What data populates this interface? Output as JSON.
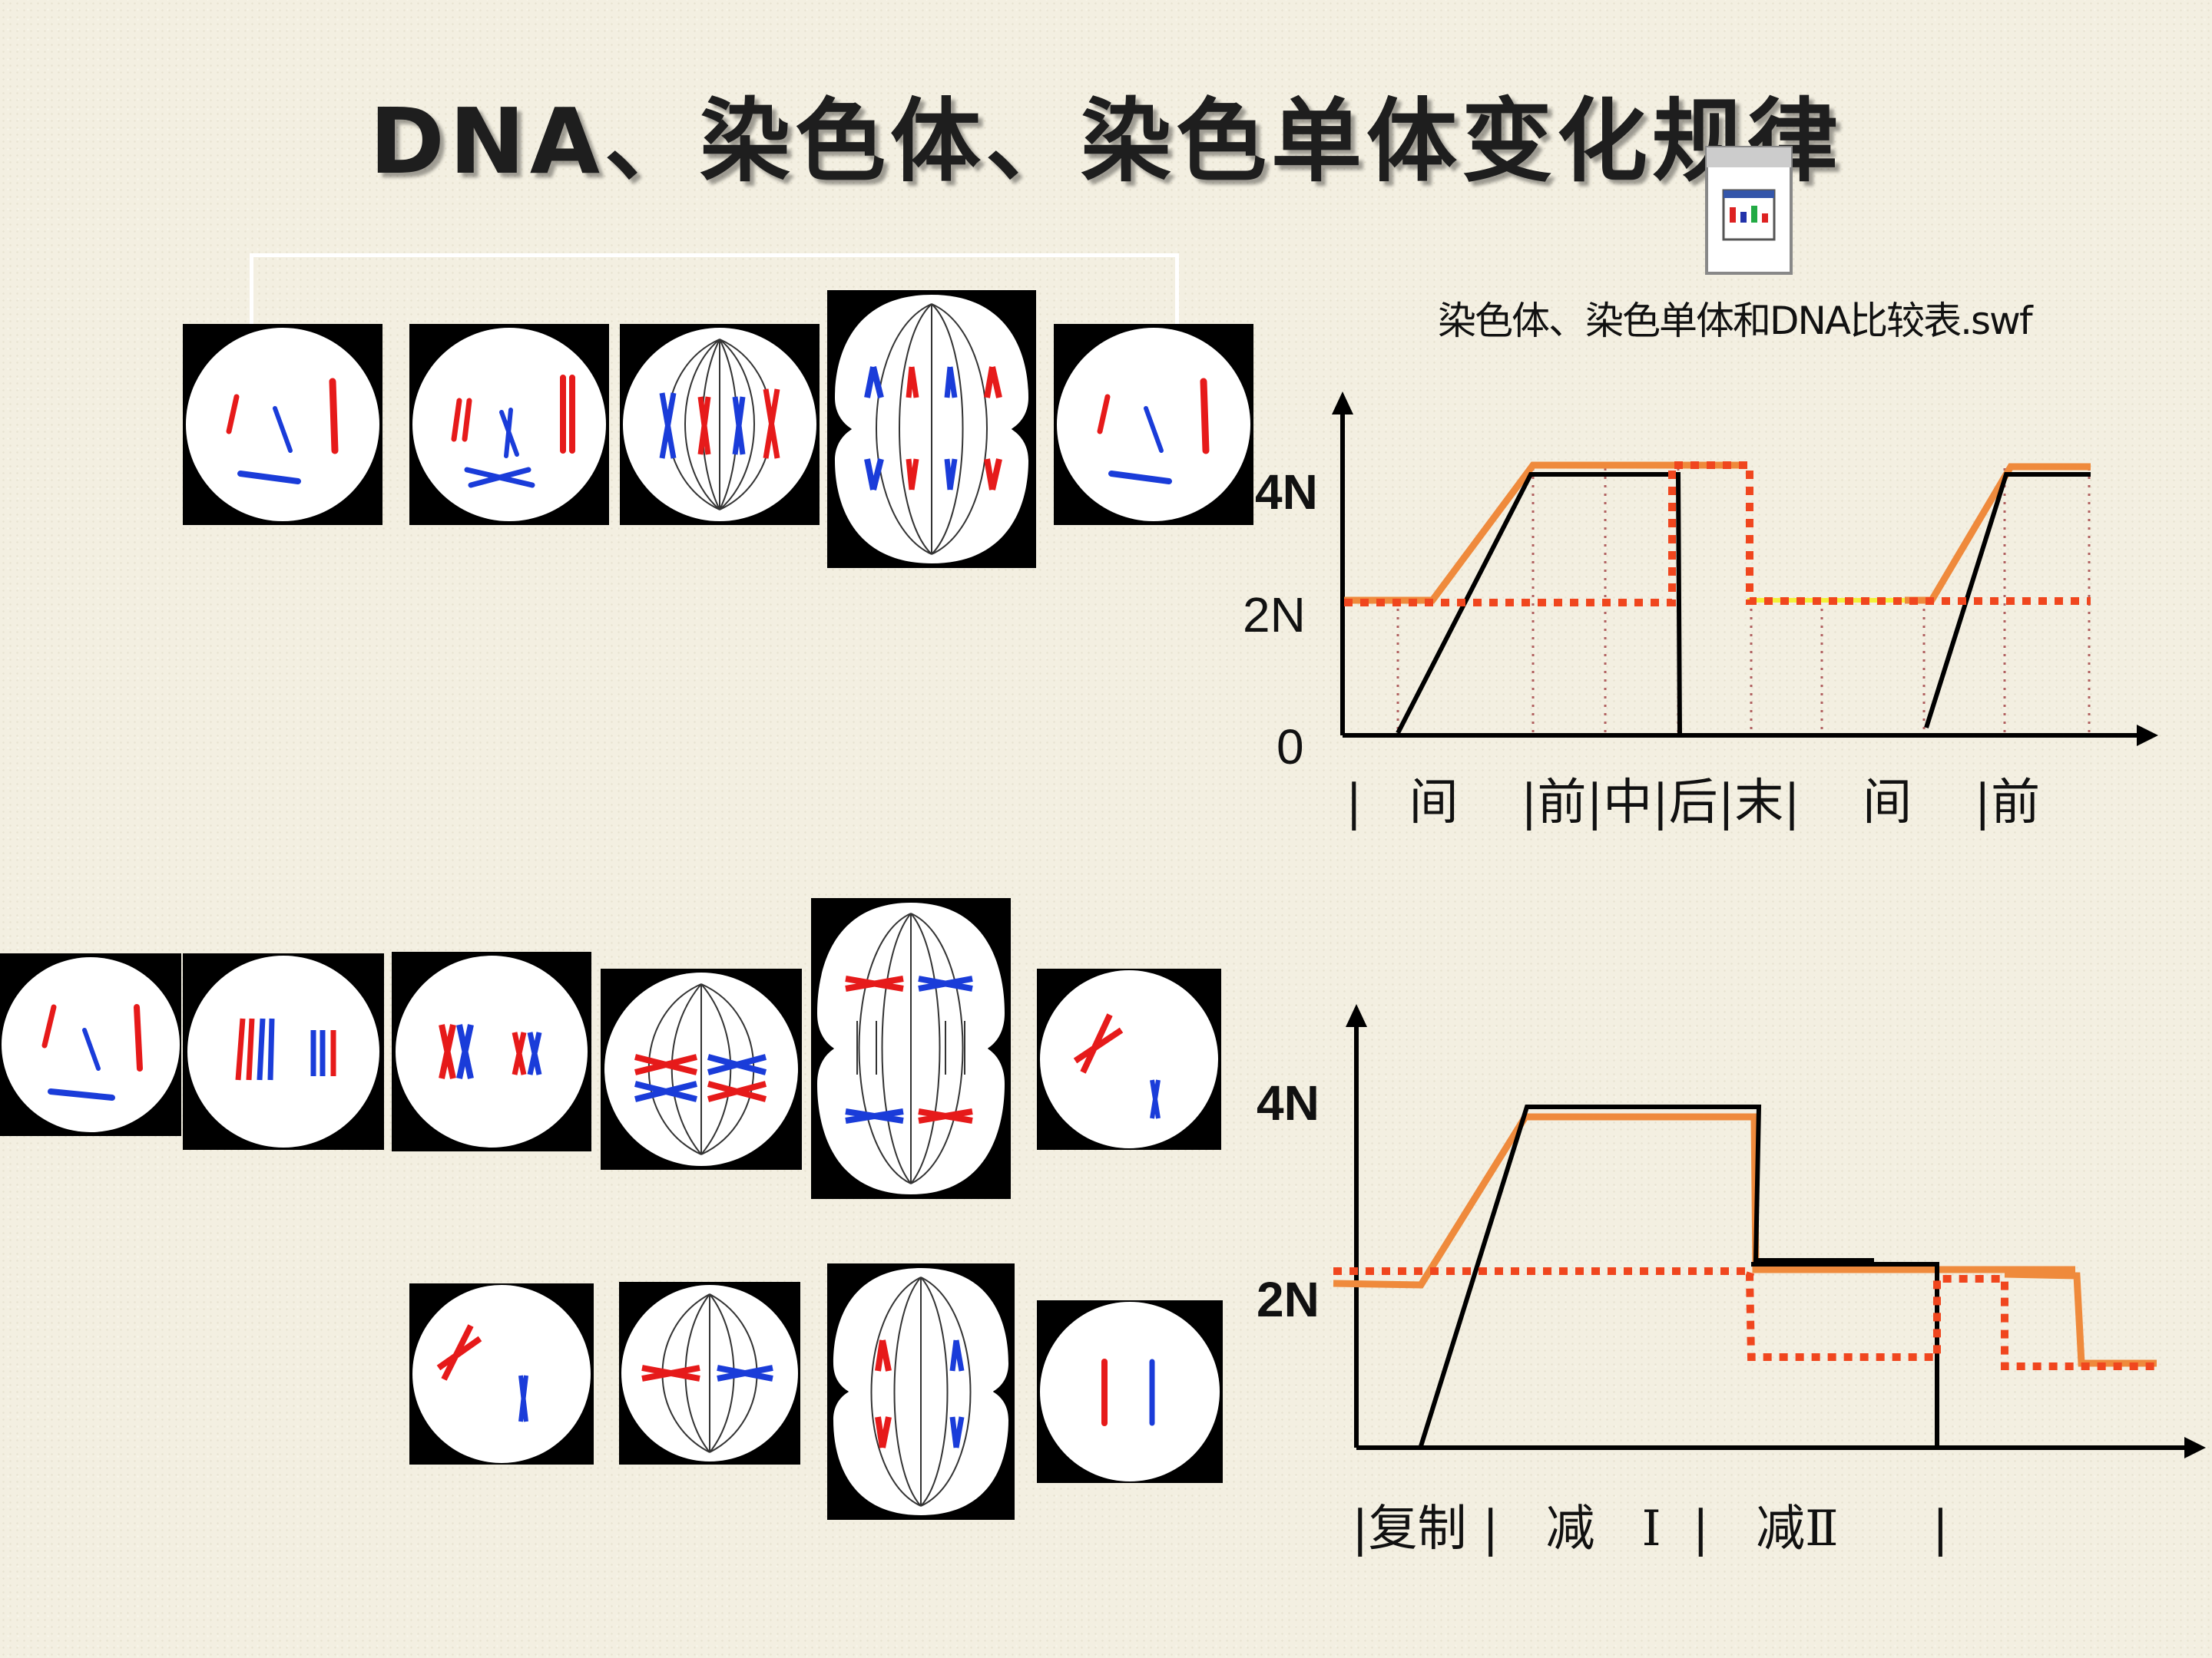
{
  "title": "DNA、染色体、染色单体变化规律",
  "attachment": {
    "icon": "swf-file-icon",
    "filename": "染色体、染色单体和DNA比较表.swf"
  },
  "mitosis_graph": {
    "y_ticks": [
      "4N",
      "2N",
      "0"
    ],
    "stage_labels": "|   间    |前|中|后|末|    间    |前"
  },
  "meiosis_graph": {
    "y_ticks": [
      "4N",
      "2N"
    ],
    "stage_labels": "|复制 |   减   Ⅰ  |   减Ⅱ      |"
  },
  "colors": {
    "chromosome_red": "#e61a1a",
    "chromosome_blue": "#1a3cd9",
    "dna_line": "#000000",
    "chromatid_line": "#ef8a3c",
    "chromosome_dotted": "#f0461e"
  }
}
